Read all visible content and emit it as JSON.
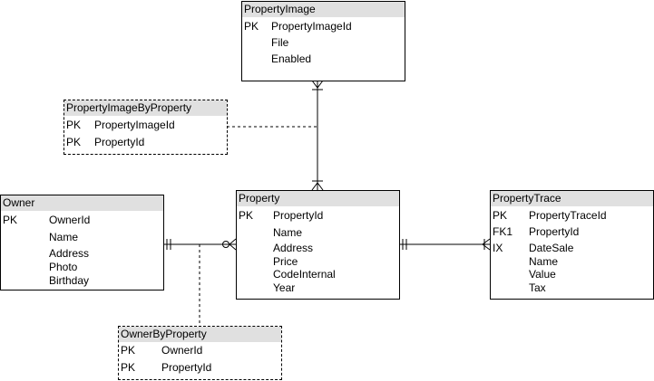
{
  "entities": {
    "property_image": {
      "title": "PropertyImage",
      "attributes": [
        {
          "key": "PK",
          "name": "PropertyImageId"
        },
        {
          "key": "",
          "name": "File"
        },
        {
          "key": "",
          "name": "Enabled"
        }
      ]
    },
    "property_image_by_property": {
      "title": "PropertyImageByProperty",
      "attributes": [
        {
          "key": "PK",
          "name": "PropertyImageId"
        },
        {
          "key": "PK",
          "name": "PropertyId"
        }
      ]
    },
    "owner": {
      "title": "Owner",
      "attributes": [
        {
          "key": "PK",
          "name": "OwnerId"
        },
        {
          "key": "",
          "name": "Name"
        },
        {
          "key": "",
          "name": "Address"
        },
        {
          "key": "",
          "name": "Photo"
        },
        {
          "key": "",
          "name": "Birthday"
        }
      ]
    },
    "property": {
      "title": "Property",
      "attributes": [
        {
          "key": "PK",
          "name": "PropertyId"
        },
        {
          "key": "",
          "name": "Name"
        },
        {
          "key": "",
          "name": "Address"
        },
        {
          "key": "",
          "name": "Price"
        },
        {
          "key": "",
          "name": "CodeInternal"
        },
        {
          "key": "",
          "name": "Year"
        }
      ]
    },
    "property_trace": {
      "title": "PropertyTrace",
      "attributes": [
        {
          "key": "PK",
          "name": "PropertyTraceId"
        },
        {
          "key": "FK1",
          "name": "PropertyId"
        },
        {
          "key": "IX",
          "name": "DateSale"
        },
        {
          "key": "",
          "name": "Name"
        },
        {
          "key": "",
          "name": "Value"
        },
        {
          "key": "",
          "name": "Tax"
        }
      ]
    },
    "owner_by_property": {
      "title": "OwnerByProperty",
      "attributes": [
        {
          "key": "PK",
          "name": "OwnerId"
        },
        {
          "key": "PK",
          "name": "PropertyId"
        }
      ]
    }
  }
}
